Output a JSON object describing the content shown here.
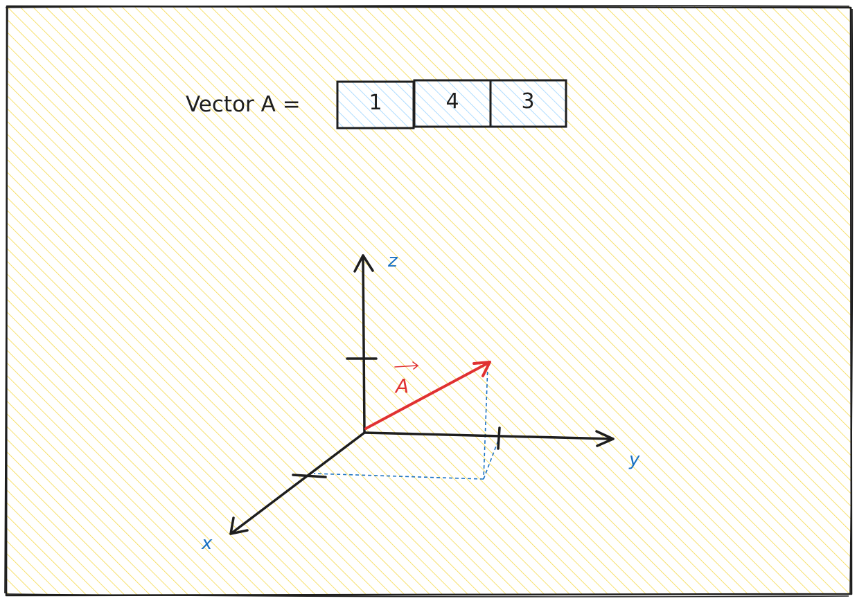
{
  "equation": {
    "label": "Vector A ="
  },
  "vector_components": [
    "1",
    "4",
    "3"
  ],
  "axes": {
    "x_label": "x",
    "y_label": "y",
    "z_label": "z"
  },
  "vector": {
    "label": "A"
  },
  "colors": {
    "frame_fill_hatch": "#f5d94a",
    "cell_fill_hatch": "#a5d8ff",
    "axis_stroke": "#1e1e1e",
    "axis_label": "#1971c2",
    "vector_stroke": "#e03131",
    "projection_dash": "#1971c2"
  }
}
